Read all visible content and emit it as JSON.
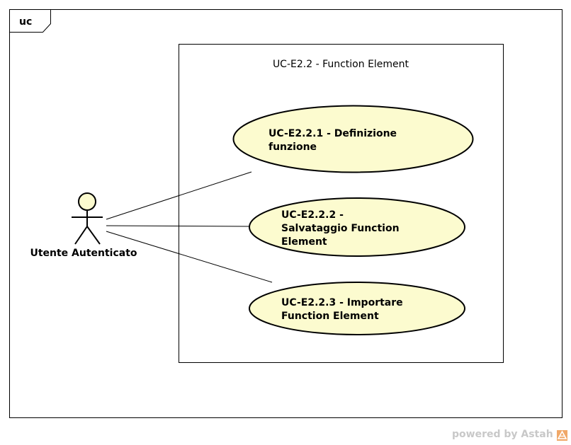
{
  "frame": {
    "label": "uc"
  },
  "boundary": {
    "title": "UC-E2.2 - Function Element"
  },
  "actor": {
    "name": "Utente Autenticato"
  },
  "use_cases": [
    {
      "lines": [
        "UC-E2.2.1 - Definizione",
        "funzione"
      ]
    },
    {
      "lines": [
        "UC-E2.2.2 -",
        "Salvataggio Function",
        "Element"
      ]
    },
    {
      "lines": [
        "UC-E2.2.3 - Importare",
        "Function Element"
      ]
    }
  ],
  "watermark": {
    "text": "powered by Astah",
    "logo": "astah-logo"
  },
  "colors": {
    "use_case_fill": "#fcfbcf",
    "actor_head_fill": "#fcfbcf",
    "stroke": "#000000",
    "watermark": "#c8c8c8",
    "logo": "#f0a868"
  }
}
